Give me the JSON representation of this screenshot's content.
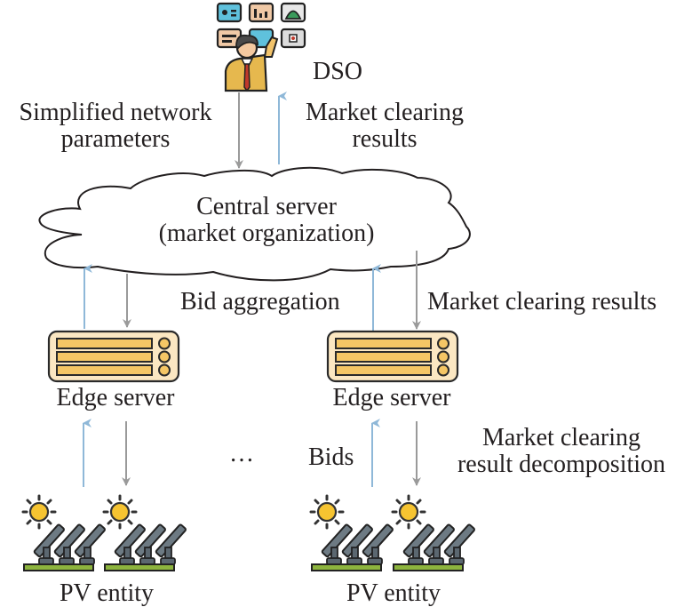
{
  "dso": {
    "label": "DSO",
    "icon": "dso-operator-dashboard-icon"
  },
  "top_links": {
    "down_label_line1": "Simplified network",
    "down_label_line2": "parameters",
    "up_label_line1": "Market clearing",
    "up_label_line2": "results"
  },
  "central_server": {
    "line1": "Central server",
    "line2": "(market organization)",
    "icon": "cloud-icon"
  },
  "middle_links": {
    "up_label": "Bid aggregation",
    "down_label": "Market clearing results"
  },
  "edge_servers": [
    {
      "label": "Edge server",
      "icon": "server-rack-icon"
    },
    {
      "label": "Edge server",
      "icon": "server-rack-icon"
    }
  ],
  "bottom_links": {
    "up_label": "Bids",
    "down_label_line1": "Market clearing",
    "down_label_line2": "result decomposition"
  },
  "ellipsis": "…",
  "pv_entities": [
    {
      "label": "PV entity",
      "icon": "solar-panel-icon"
    },
    {
      "label": "PV entity",
      "icon": "solar-panel-icon"
    }
  ],
  "colors": {
    "up_arrow": "#8fb8d8",
    "down_arrow": "#9a9a9a",
    "server_body": "#fbe7c2",
    "server_slot": "#f5c665",
    "sun": "#f6c431",
    "grass": "#8db43e",
    "panel": "#5b6770"
  }
}
